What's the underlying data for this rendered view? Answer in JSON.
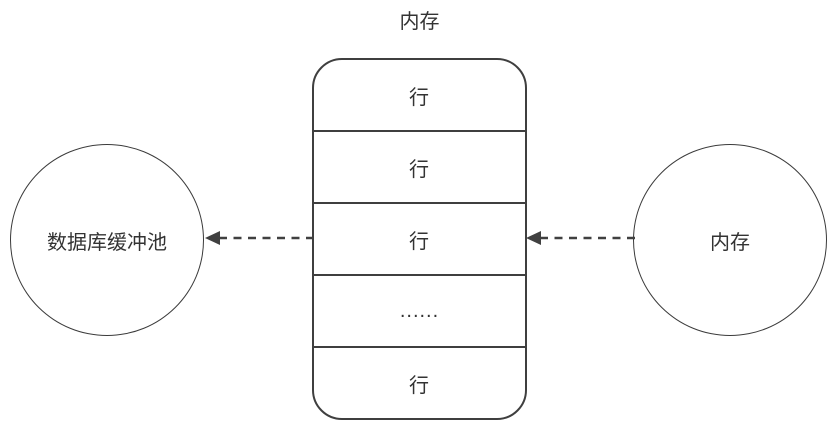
{
  "diagram": {
    "memory_table": {
      "title": "内存",
      "rows": [
        "行",
        "行",
        "行",
        "......",
        "行"
      ]
    },
    "left_circle": {
      "label": "数据库缓冲池"
    },
    "right_circle": {
      "label": "内存"
    },
    "arrows": [
      {
        "name": "memory-table-to-buffer-pool",
        "direction": "left",
        "style": "dashed"
      },
      {
        "name": "memory-to-memory-table",
        "direction": "left",
        "style": "dashed"
      }
    ],
    "colors": {
      "stroke": "#3f3f3f",
      "text": "#333333",
      "background": "#ffffff"
    }
  }
}
